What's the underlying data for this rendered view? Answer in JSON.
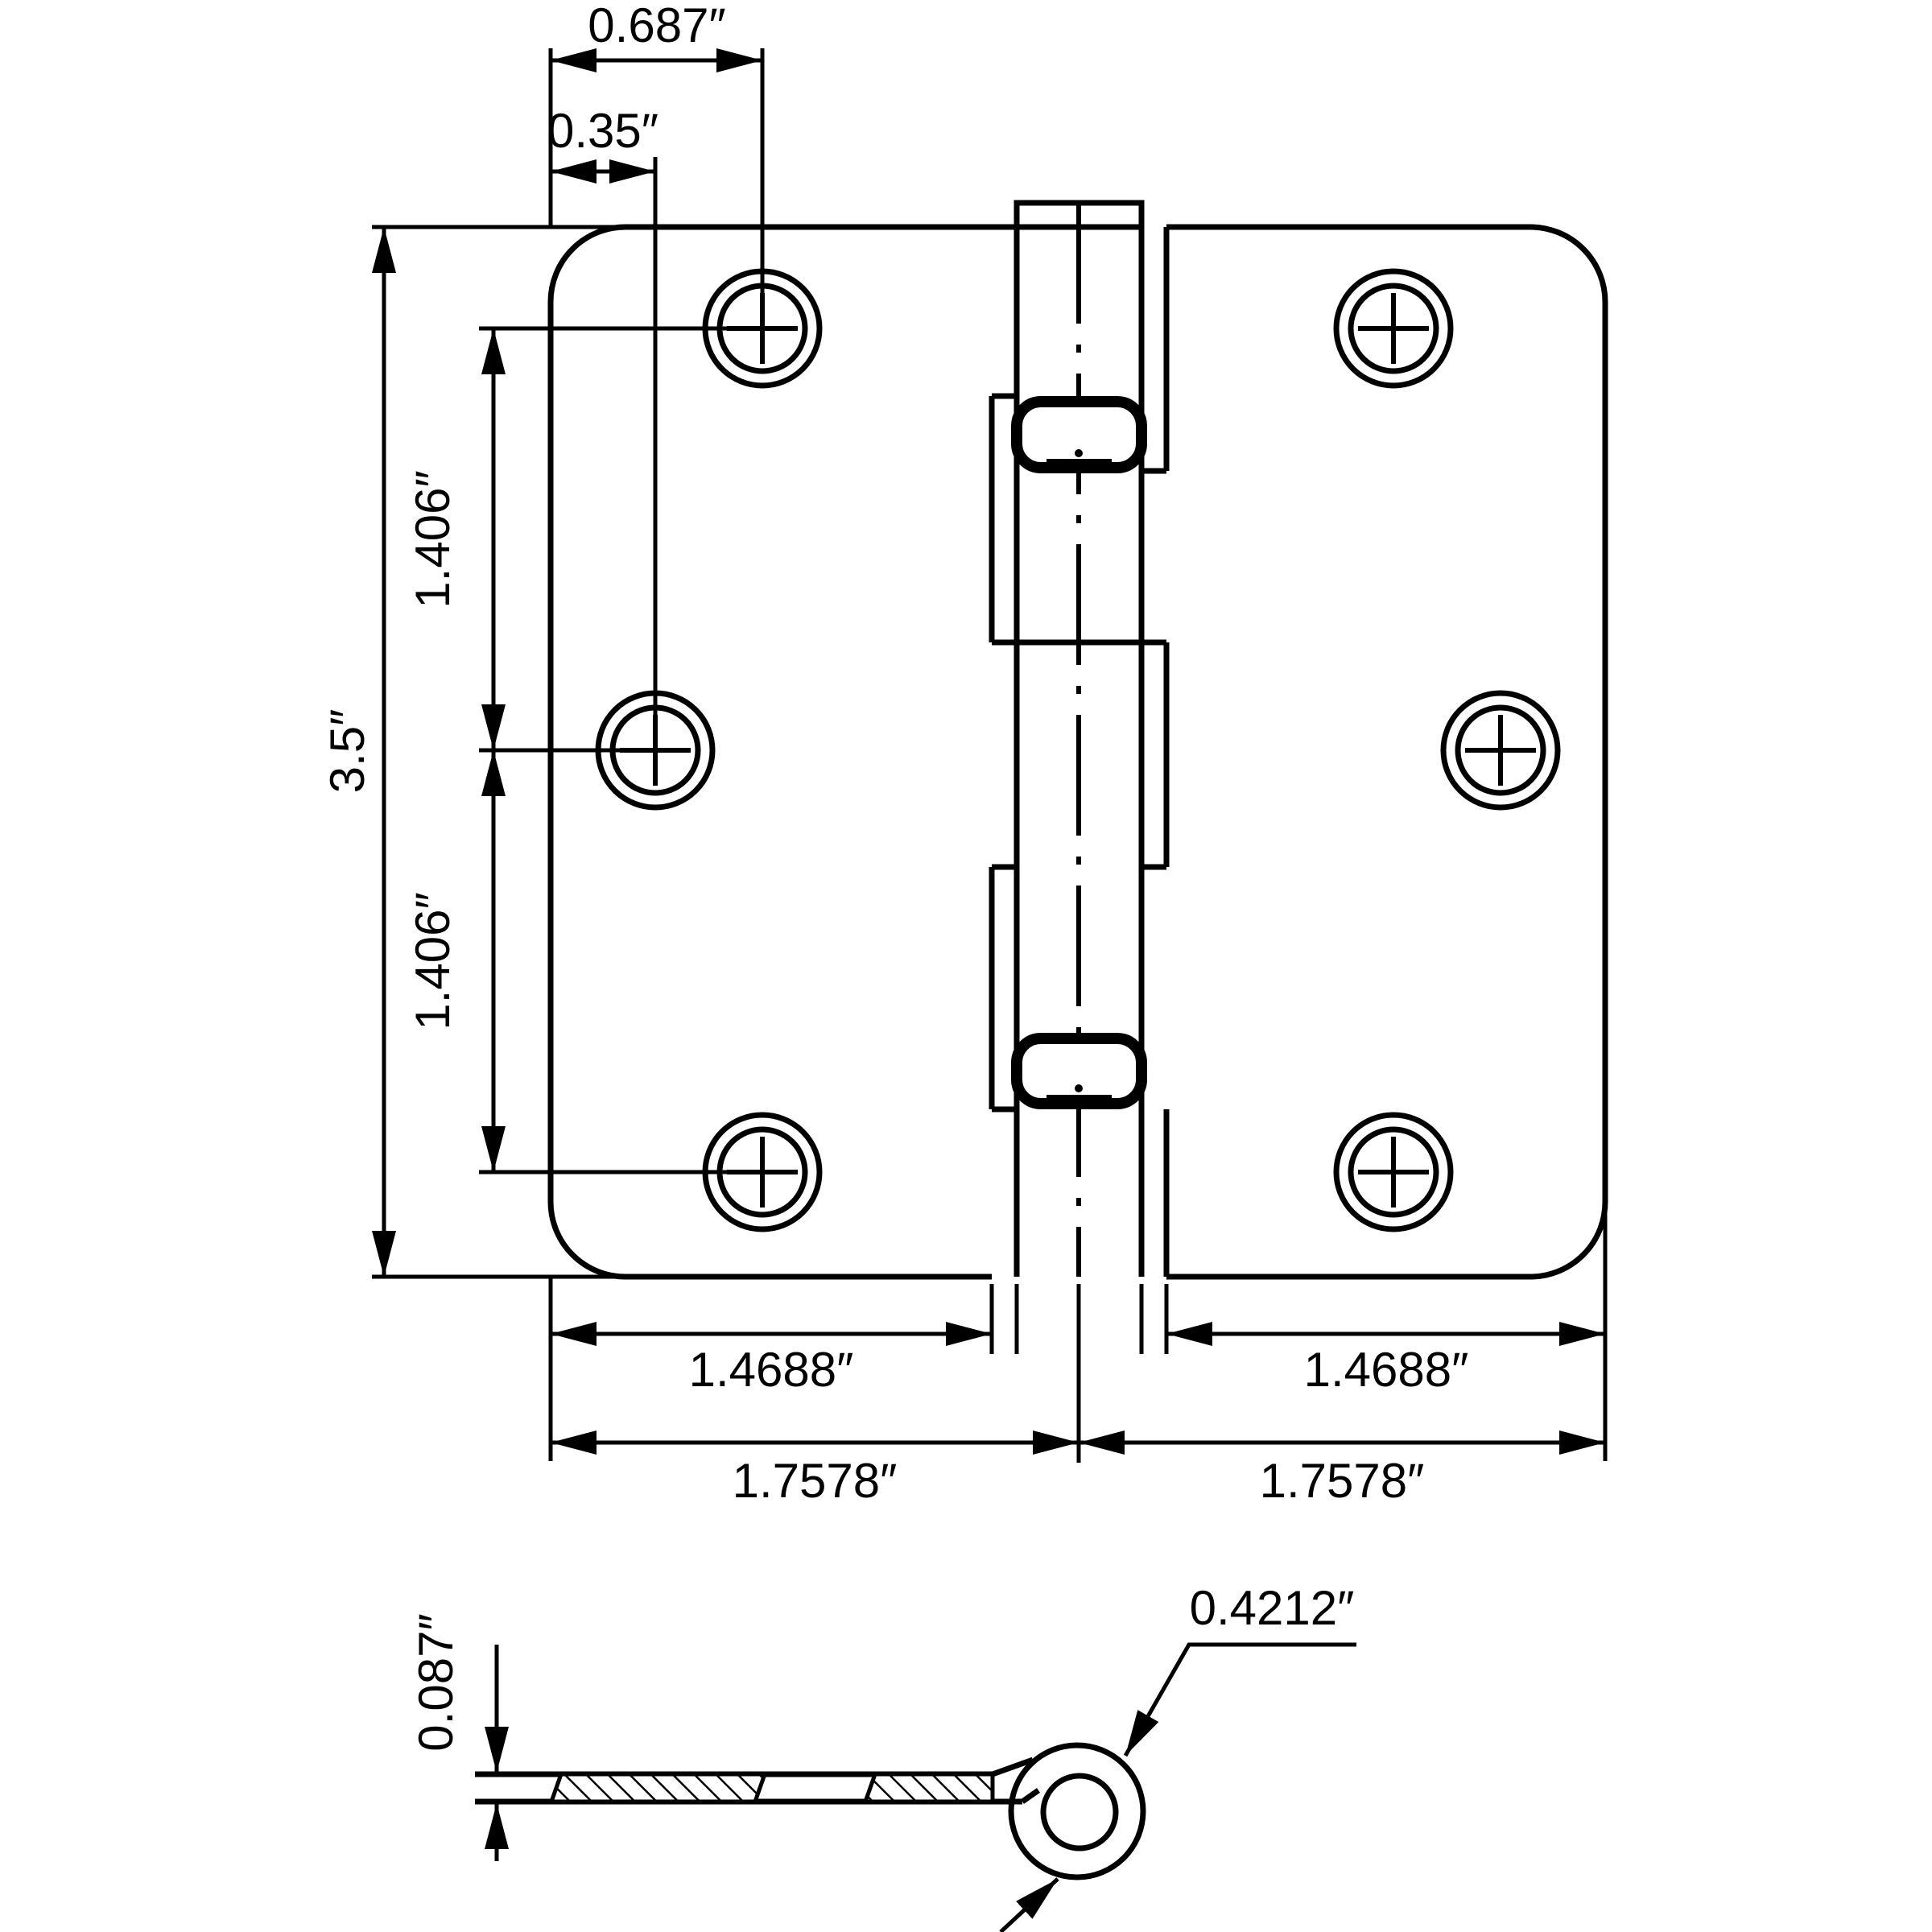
{
  "drawing_type": "hinge-dimensional-drawing",
  "colors": {
    "line": "#000000",
    "background": "#ffffff"
  },
  "dimensions": {
    "top_hole_offset": {
      "label": "0.687″"
    },
    "edge_to_hole": {
      "label": "0.35″"
    },
    "plate_height": {
      "label": "3.5″"
    },
    "hole_spacing_top": {
      "label": "1.406″"
    },
    "hole_spacing_bottom": {
      "label": "1.406″"
    },
    "leaf_width_left": {
      "label": "1.4688″"
    },
    "leaf_width_right": {
      "label": "1.4688″"
    },
    "half_width_left": {
      "label": "1.7578″"
    },
    "half_width_right": {
      "label": "1.7578″"
    },
    "leaf_thickness": {
      "label": "0.087″"
    },
    "knuckle_diameter": {
      "label": "0.4212″"
    }
  }
}
